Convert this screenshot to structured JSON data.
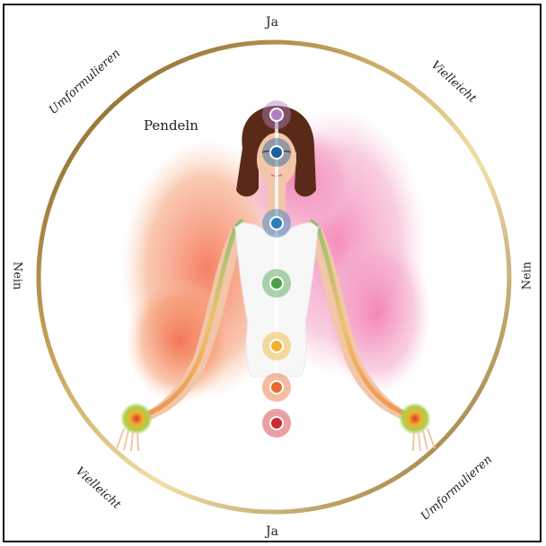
{
  "labels": {
    "top": "Ja",
    "bottom": "Ja",
    "left": "Nein",
    "right": "Nein",
    "top_left": "Umformulieren",
    "top_right": "Vielleicht",
    "bottom_left": "Vielleicht",
    "bottom_right": "Umformulieren",
    "title": "Pendeln"
  },
  "colors": {
    "ring": "#9a7a3a",
    "crown": "#b07fc0",
    "third_eye": "#1f5f9a",
    "throat": "#2a7fb8",
    "heart": "#4aa04a",
    "solar_plexus": "#f0b030",
    "sacral": "#e86a30",
    "root": "#d02a30"
  },
  "figure": {
    "name": "meditating-woman-chakra-figure"
  }
}
